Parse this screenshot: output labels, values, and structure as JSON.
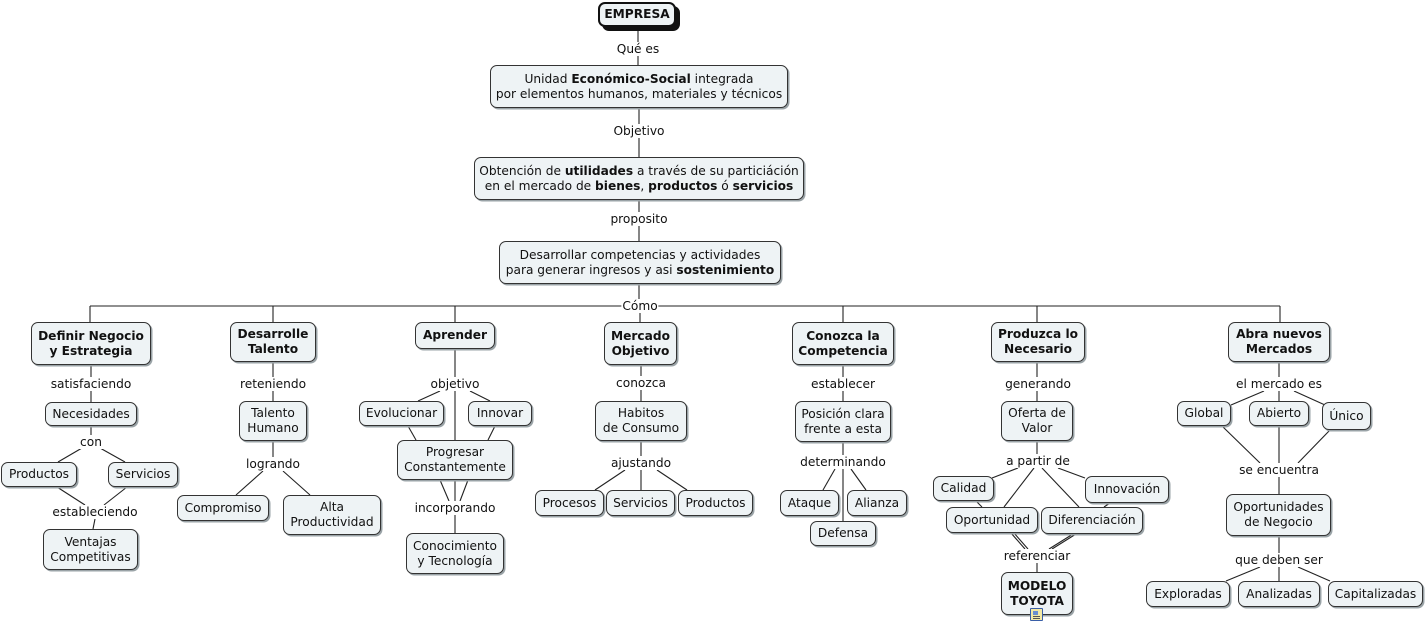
{
  "root": "EMPRESA",
  "definition": {
    "line1": [
      "Unidad ",
      "Económico-Social",
      " integrada"
    ],
    "line2": "por elementos humanos, materiales y técnicos"
  },
  "objective": {
    "line1": [
      "Obtención de ",
      "utilidades",
      " a través de su particiáción"
    ],
    "line2": [
      "en el mercado de ",
      "bienes",
      ", ",
      "productos",
      " ó ",
      "servicios"
    ]
  },
  "purpose": {
    "line1": "Desarrollar competencias y actividades",
    "line2": [
      "para generar ingresos y asi ",
      "sostenimiento"
    ]
  },
  "links": {
    "que_es": "Qué es",
    "objetivo": "Objetivo",
    "proposito": "proposito",
    "como": "Cómo"
  },
  "branches": {
    "definir": {
      "title": [
        "Definir Negocio",
        "y Estrategia"
      ],
      "l1": "satisfaciendo",
      "n1": "Necesidades",
      "l2": "con",
      "n2a": "Productos",
      "n2b": "Servicios",
      "l3": "estableciendo",
      "n3": [
        "Ventajas",
        "Competitivas"
      ]
    },
    "talento": {
      "title": [
        "Desarrolle",
        "Talento"
      ],
      "l1": "reteniendo",
      "n1": [
        "Talento",
        "Humano"
      ],
      "l2": "logrando",
      "n2a": "Compromiso",
      "n2b": [
        "Alta",
        "Productividad"
      ]
    },
    "aprender": {
      "title": "Aprender",
      "l1": "objetivo",
      "n1a": "Evolucionar",
      "n1b": "Innovar",
      "n1c": [
        "Progresar",
        "Constantemente"
      ],
      "l2": "incorporando",
      "n2": [
        "Conocimiento",
        "y Tecnología"
      ]
    },
    "mercado": {
      "title": [
        "Mercado",
        "Objetivo"
      ],
      "l1": "conozca",
      "n1": [
        "Habitos",
        "de Consumo"
      ],
      "l2": "ajustando",
      "n2a": "Procesos",
      "n2b": "Servicios",
      "n2c": "Productos"
    },
    "competencia": {
      "title": [
        "Conozca la",
        "Competencia"
      ],
      "l1": "establecer",
      "n1": [
        "Posición clara",
        "frente a esta"
      ],
      "l2": "determinando",
      "n2a": "Ataque",
      "n2b": "Alianza",
      "n2c": "Defensa"
    },
    "produzca": {
      "title": [
        "Produzca lo",
        "Necesario"
      ],
      "l1": "generando",
      "n1": [
        "Oferta de",
        "Valor"
      ],
      "l2": "a partir de",
      "n2a": "Calidad",
      "n2b": "Innovación",
      "n2c": "Oportunidad",
      "n2d": "Diferenciación",
      "l3": "referenciar",
      "n3": [
        "MODELO",
        "TOYOTA"
      ],
      "n3_icon": "image-resource-icon"
    },
    "mercados": {
      "title": [
        "Abra nuevos",
        "Mercados"
      ],
      "l1": "el mercado es",
      "n1a": "Global",
      "n1b": "Abierto",
      "n1c": "Único",
      "l2": "se encuentra",
      "n2": [
        "Oportunidades",
        "de Negocio"
      ],
      "l3": "que deben ser",
      "n3a": "Exploradas",
      "n3b": "Analizadas",
      "n3c": "Capitalizadas"
    }
  }
}
